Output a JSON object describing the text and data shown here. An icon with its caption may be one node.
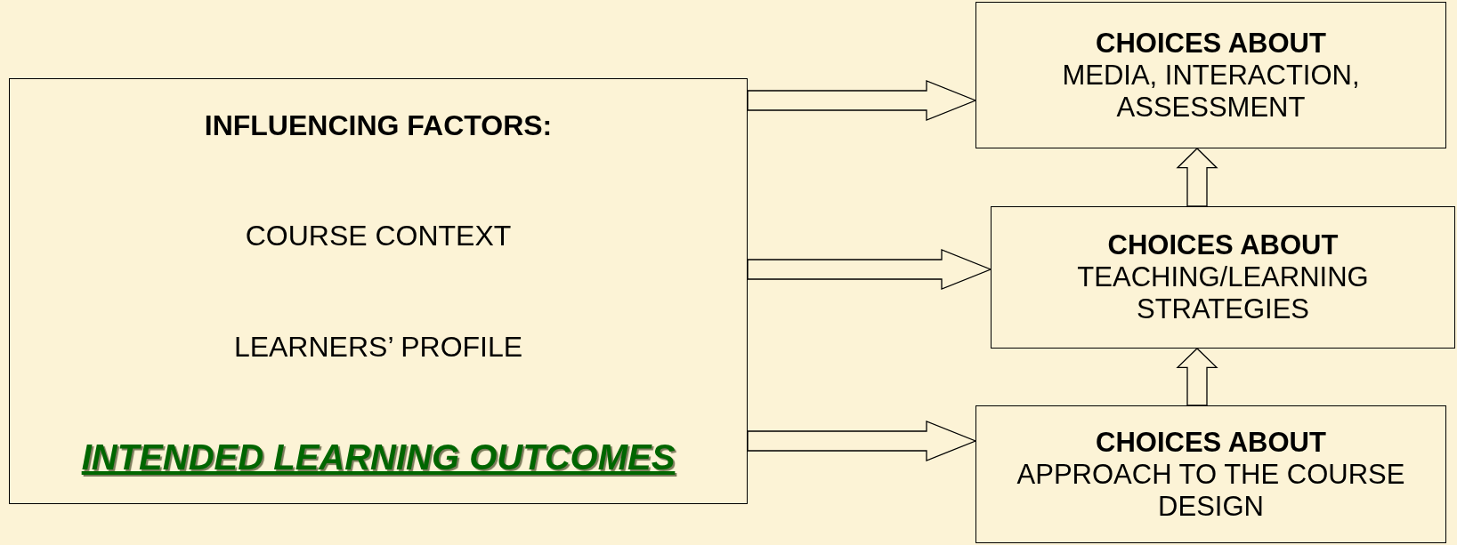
{
  "diagram": {
    "nodes": [
      {
        "text": [
          "INFLUENCING FACTORS:",
          "COURSE CONTEXT",
          "LEARNERS’ PROFILE",
          "INTENDED LEARNING OUTCOMES"
        ]
      },
      {
        "text": [
          "CHOICES ABOUT",
          "MEDIA, INTERACTION, ASSESSMENT"
        ]
      },
      {
        "text": [
          "CHOICES ABOUT",
          "TEACHING/LEARNING STRATEGIES"
        ]
      },
      {
        "text": [
          "CHOICES ABOUT",
          "APPROACH TO THE COURSE DESIGN"
        ]
      }
    ],
    "edges": [
      {
        "from": 0,
        "to": 1,
        "arrow": "to"
      },
      {
        "from": 0,
        "to": 2,
        "arrow": "to"
      },
      {
        "from": 0,
        "to": 3,
        "arrow": "to"
      },
      {
        "from": 3,
        "to": 2,
        "arrow": "to"
      },
      {
        "from": 2,
        "to": 1,
        "arrow": "to"
      }
    ]
  }
}
